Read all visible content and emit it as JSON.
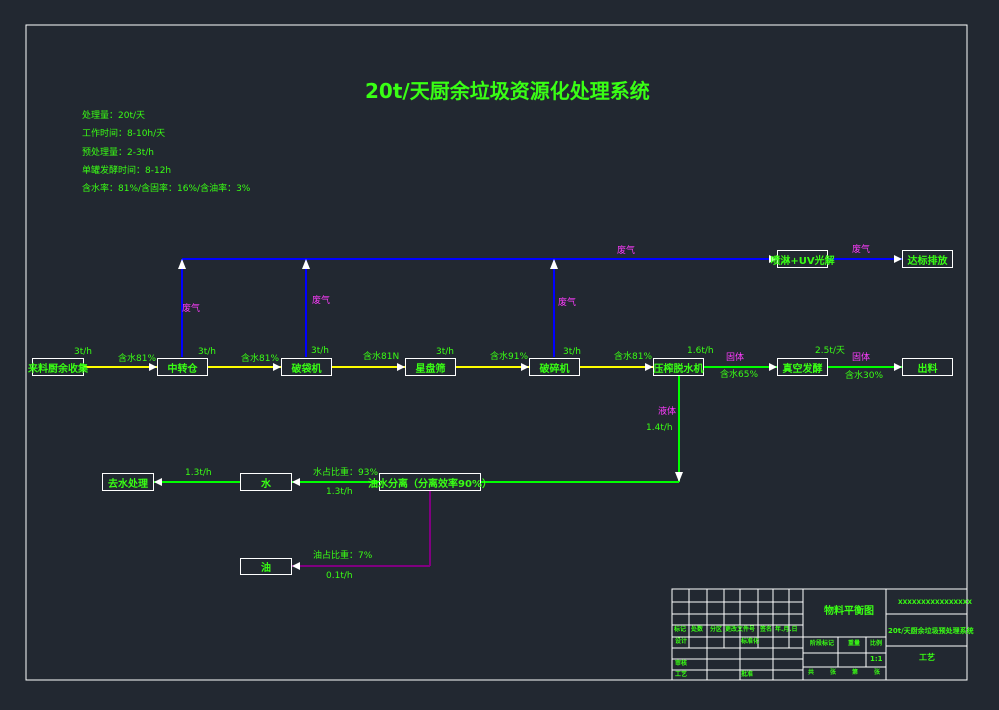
{
  "title": "20t/天厨余垃圾资源化处理系统",
  "specs": [
    "处理量：20t/天",
    "工作时间：8-10h/天",
    "预处理量：2-3t/h",
    "单罐发酵时间：8-12h",
    "含水率：81%/含固率：16%/含油率：3%"
  ],
  "nodes": {
    "collect": "来料厨余收集",
    "transfer": "中转仓",
    "bag_break": "破袋机",
    "sorting": "星盘筛",
    "crusher": "破碎机",
    "press": "压榨脱水机",
    "dryer": "真空发酵",
    "output": "出料",
    "deodor": "喷淋+UV光解",
    "emission": "达标排放",
    "oil_water_sep": "油水分离（分离效率90%）",
    "water": "水",
    "wastewater": "去水处理",
    "oil": "油"
  },
  "labels": {
    "gas": "废气",
    "rate_3": "3t/h",
    "moist_81": "含水81%",
    "moist_81n": "含水81N",
    "moist_91": "含水91%",
    "rate_1_6": "1.6t/h",
    "solid": "固体",
    "moist_65": "含水65%",
    "rate_2_5": "2.5t/天",
    "moist_30": "含水30%",
    "liquid": "液体",
    "rate_1_4": "1.4t/h",
    "water_ratio": "水占比重：93%",
    "rate_1_3": "1.3t/h",
    "oil_ratio": "油占比重：7%",
    "rate_0_1": "0.1t/h"
  },
  "title_block": {
    "drawing_name": "物料平衡图",
    "code": "XXXXXXXXXXXXXXXX",
    "project": "20t/天厨余垃圾预处理系统",
    "discipline": "工艺",
    "scale": "1:1",
    "stage_label": "阶段标记",
    "weight_label": "重量",
    "ratio_label": "比例",
    "sheet_total": "共",
    "sheet_label": "张",
    "sheet_no": "第",
    "sheet_label2": "张",
    "rev_headers": [
      "标记",
      "处数",
      "分区",
      "更改文件号",
      "签名",
      "年.月.日"
    ],
    "design": "设计",
    "standard": "标准化",
    "review": "审核",
    "process": "工艺",
    "approve": "批准"
  }
}
